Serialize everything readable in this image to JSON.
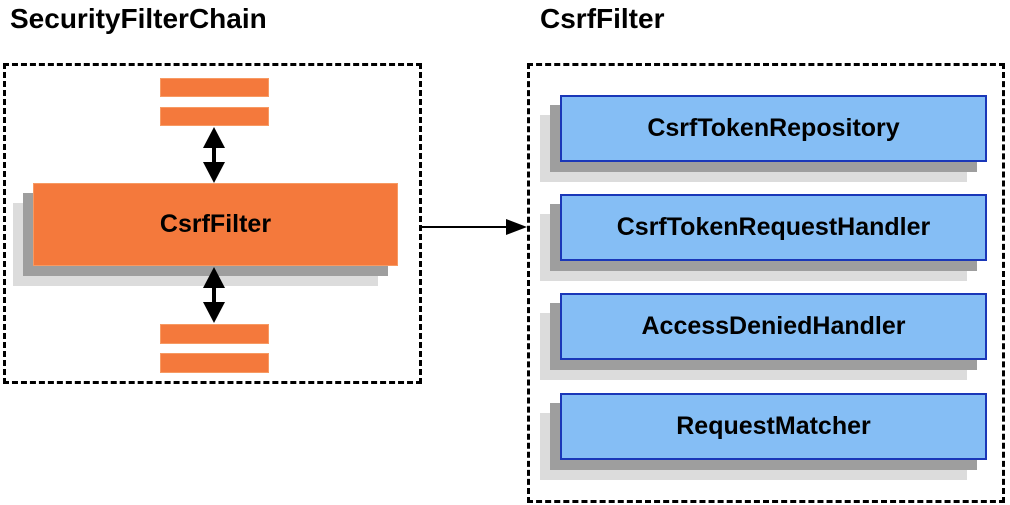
{
  "diagram": {
    "left_panel": {
      "title": "SecurityFilterChain",
      "filter_box_label": "CsrfFilter"
    },
    "right_panel": {
      "title": "CsrfFilter",
      "components": [
        "CsrfTokenRepository",
        "CsrfTokenRequestHandler",
        "AccessDeniedHandler",
        "RequestMatcher"
      ]
    },
    "icons": {
      "vertical_arrows": "bidirectional-arrow-icon",
      "horizontal_arrow": "flow-arrow-icon"
    },
    "colors": {
      "orange": "#f4793c",
      "orange_border": "#f79a63",
      "blue_fill": "#85bef5",
      "blue_border": "#1a37b8",
      "shadow_mid": "#9e9e9e",
      "shadow_light": "#dcdcdc",
      "ink": "#000000"
    }
  }
}
